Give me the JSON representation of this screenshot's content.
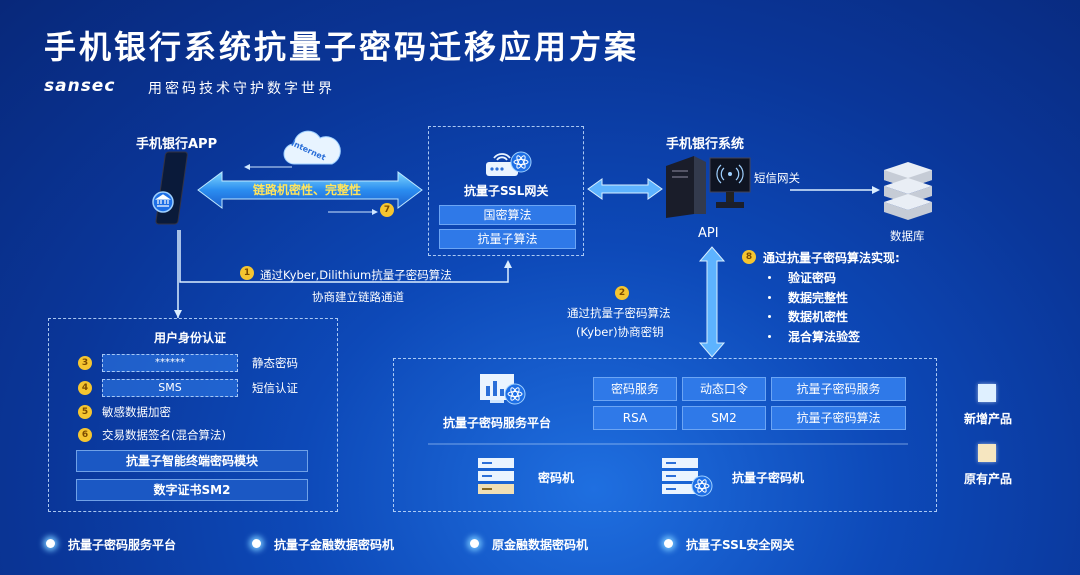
{
  "title": "手机银行系统抗量子密码迁移应用方案",
  "brand": "sansec",
  "slogan": "用密码技术守护数字世界",
  "app": {
    "label": "手机银行APP"
  },
  "cloud": {
    "label": "Internet"
  },
  "pipe": {
    "label": "链路机密性、完整性"
  },
  "step7": "7",
  "gateway": {
    "label": "抗量子SSL网关",
    "algos": [
      "国密算法",
      "抗量子算法"
    ]
  },
  "system": {
    "label": "手机银行系统",
    "api": "API",
    "sms_gateway": "短信网关"
  },
  "database": {
    "label": "数据库"
  },
  "step1": {
    "num": "1",
    "line1": "通过Kyber,Dilithium抗量子密码算法",
    "line2": "协商建立链路通道"
  },
  "step2": {
    "num": "2",
    "line1": "通过抗量子密码算法",
    "line2": "(Kyber)协商密钥"
  },
  "step8": {
    "num": "8",
    "title": "通过抗量子密码算法实现:",
    "items": [
      "验证密码",
      "数据完整性",
      "数据机密性",
      "混合算法验签"
    ]
  },
  "auth": {
    "title": "用户身份认证",
    "rows": [
      {
        "num": "3",
        "field": "******",
        "label": "静态密码"
      },
      {
        "num": "4",
        "field": "SMS",
        "label": "短信认证"
      },
      {
        "num": "5",
        "label": "敏感数据加密"
      },
      {
        "num": "6",
        "label": "交易数据签名(混合算法)"
      }
    ],
    "module": "抗量子智能终端密码模块",
    "cert": "数字证书SM2"
  },
  "platform": {
    "label": "抗量子密码服务平台",
    "grid": [
      "密码服务",
      "动态口令",
      "抗量子密码服务",
      "RSA",
      "SM2",
      "抗量子密码算法"
    ],
    "hsm": "密码机",
    "qhsm": "抗量子密码机"
  },
  "legend": {
    "new": "新增产品",
    "old": "原有产品"
  },
  "footer": [
    "抗量子密码服务平台",
    "抗量子金融数据密码机",
    "原金融数据密码机",
    "抗量子SSL安全网关"
  ],
  "colors": {
    "accent": "#f5c530",
    "chip": "#2f79e8",
    "legend_new": "#dff0ff",
    "legend_old": "#f6e6c0"
  }
}
